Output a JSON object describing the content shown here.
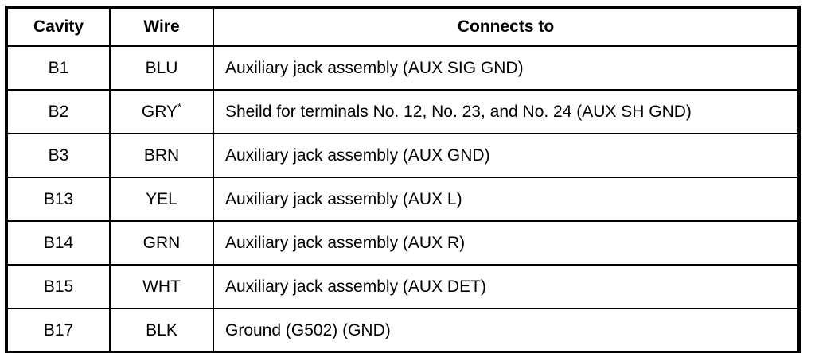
{
  "table": {
    "title": "connector-cavity-wiring-table",
    "headers": {
      "cavity": "Cavity",
      "wire": "Wire",
      "connects_to": "Connects to"
    },
    "rows": [
      {
        "cavity": "B1",
        "wire": "BLU",
        "wire_note": "",
        "connects_to": "Auxiliary jack assembly (AUX SIG GND)"
      },
      {
        "cavity": "B2",
        "wire": "GRY",
        "wire_note": "*",
        "connects_to": "Sheild for terminals No. 12, No. 23, and No. 24 (AUX SH GND)"
      },
      {
        "cavity": "B3",
        "wire": "BRN",
        "wire_note": "",
        "connects_to": "Auxiliary jack assembly (AUX GND)"
      },
      {
        "cavity": "B13",
        "wire": "YEL",
        "wire_note": "",
        "connects_to": "Auxiliary jack assembly (AUX L)"
      },
      {
        "cavity": "B14",
        "wire": "GRN",
        "wire_note": "",
        "connects_to": "Auxiliary jack assembly (AUX R)"
      },
      {
        "cavity": "B15",
        "wire": "WHT",
        "wire_note": "",
        "connects_to": "Auxiliary jack assembly (AUX DET)"
      },
      {
        "cavity": "B17",
        "wire": "BLK",
        "wire_note": "",
        "connects_to": "Ground (G502) (GND)"
      }
    ],
    "colors": {
      "border": "#000000",
      "background": "#ffffff",
      "text": "#000000"
    }
  }
}
